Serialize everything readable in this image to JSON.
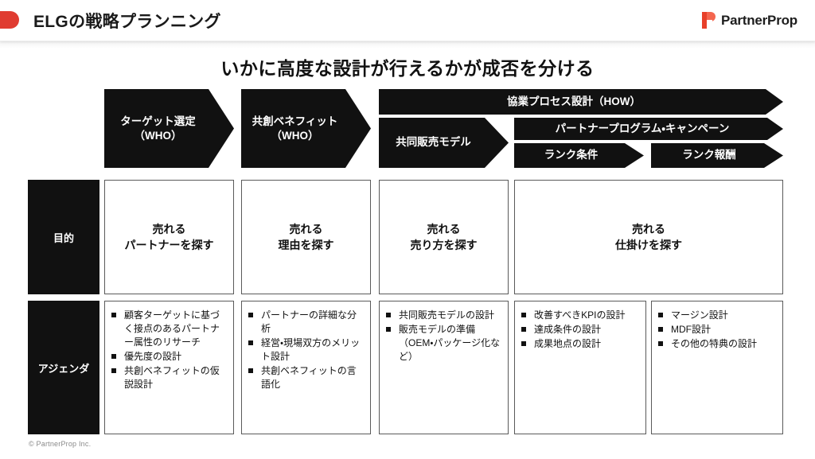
{
  "header": {
    "title": "ELGの戦略プランニング",
    "brand_name": "PartnerProp",
    "accent_color": "#e03c31"
  },
  "headline": "いかに高度な設計が行えるかが成否を分ける",
  "arrows": [
    {
      "id": "target-selection",
      "label": "ターゲット選定\n（WHO）",
      "line1": "ターゲット選定",
      "line2": "（WHO）"
    },
    {
      "id": "co-creation-benefit",
      "label": "共創ベネフィット\n（WHO）",
      "line1": "共創ベネフィット",
      "line2": "（WHO）"
    },
    {
      "id": "collaboration-process-how",
      "label": "協業プロセス設計（HOW）"
    },
    {
      "id": "joint-sales-model",
      "label": "共同販売モデル"
    },
    {
      "id": "partner-program-campaign",
      "label": "パートナープログラム・キャンペーン"
    },
    {
      "id": "rank-conditions",
      "label": "ランク条件"
    },
    {
      "id": "rank-rewards",
      "label": "ランク報酬"
    }
  ],
  "matrix": {
    "row_labels": {
      "purpose": "目的",
      "agenda": "アジェンダ"
    },
    "purpose_cells": [
      {
        "line1": "売れる",
        "line2": "パートナーを探す"
      },
      {
        "line1": "売れる",
        "line2": "理由を探す"
      },
      {
        "line1": "売れる",
        "line2": "売り方を探す"
      },
      {
        "line1": "売れる",
        "line2": "仕掛けを探す"
      }
    ],
    "agenda_cells": [
      {
        "items": [
          "顧客ターゲットに基づく接点のあるパートナー属性のリサーチ",
          "優先度の設計",
          "共創ベネフィットの仮説設計"
        ]
      },
      {
        "items": [
          "パートナーの詳細な分析",
          "経営・現場双方のメリット設計",
          "共創ベネフィットの言語化"
        ]
      },
      {
        "items": [
          "共同販売モデルの設計",
          "販売モデルの準備（OEM・パッケージ化など）"
        ]
      },
      {
        "items": [
          "改善すべきKPIの設計",
          "達成条件の設計",
          "成果地点の設計"
        ]
      },
      {
        "items": [
          "マージン設計",
          "MDF設計",
          "その他の特典の設計"
        ]
      }
    ]
  },
  "footer": {
    "copyright": "© PartnerProp Inc."
  }
}
